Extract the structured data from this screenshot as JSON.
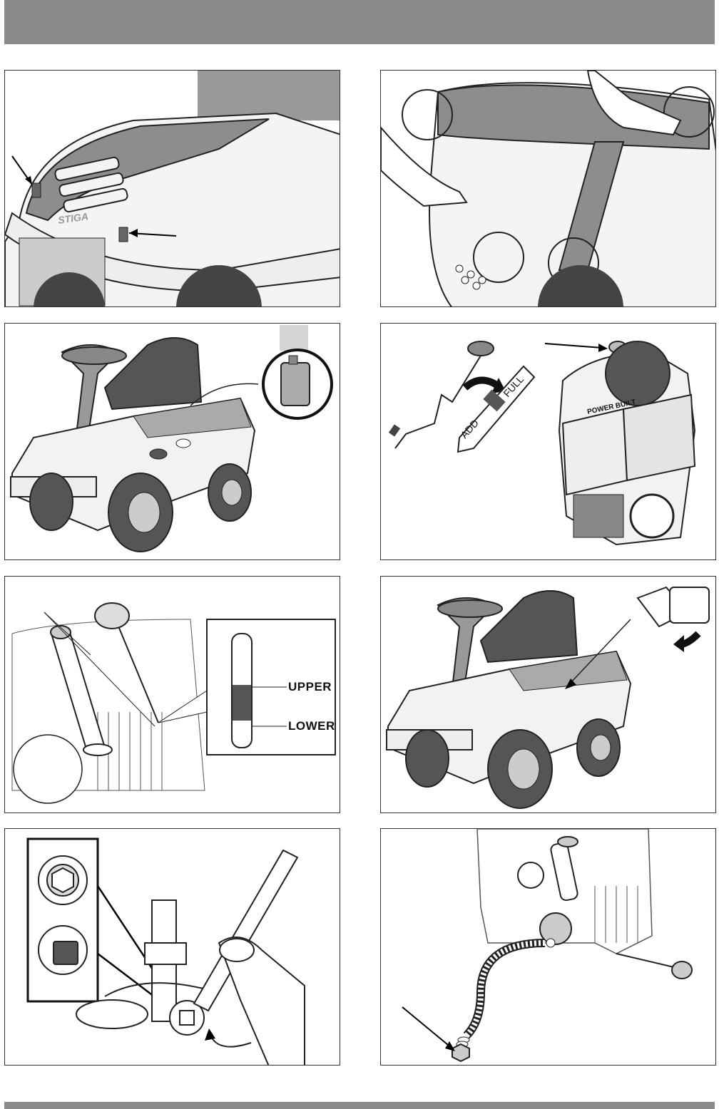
{
  "colors": {
    "header_bar": "#8a8a8a",
    "body_shade": "#a0a0a0",
    "line": "#222222"
  },
  "brand": {
    "logo_text": "STIGA"
  },
  "engine": {
    "label_text": "POWER BUILT"
  },
  "dipstick_markings": {
    "add": "ADD",
    "full": "FULL"
  },
  "dipstick_levels": {
    "upper": "UPPER",
    "lower": "LOWER"
  },
  "panels": [
    {
      "icon": "mower-hood-icon"
    },
    {
      "icon": "hood-removal-icon"
    },
    {
      "icon": "fuel-can-icon"
    },
    {
      "icon": "oil-dipstick-icon"
    },
    {
      "icon": "dipstick-level-icon"
    },
    {
      "icon": "oil-filler-icon"
    },
    {
      "icon": "drain-plug-icon"
    },
    {
      "icon": "drain-hose-icon"
    }
  ]
}
